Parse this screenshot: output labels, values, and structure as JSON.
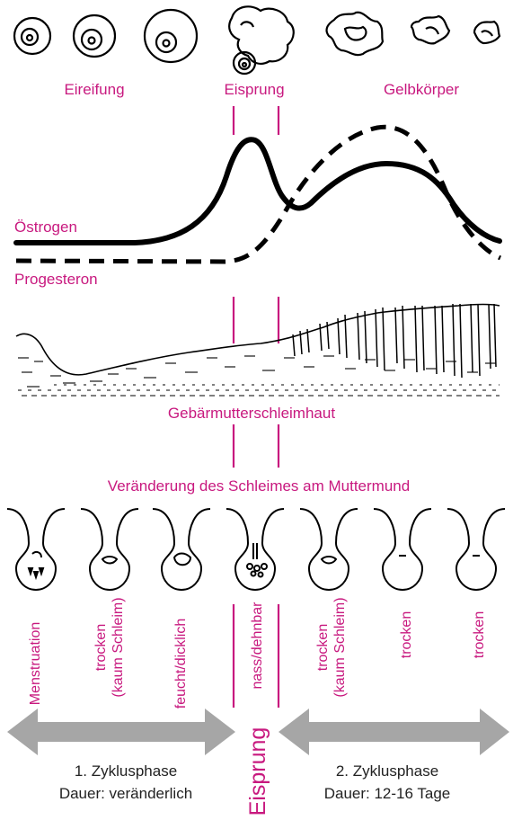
{
  "colors": {
    "accent": "#c8197f",
    "ink": "#000000",
    "arrow": "#a6a6a6",
    "text": "#222222"
  },
  "top": {
    "phase_eireifung": "Eireifung",
    "phase_eisprung": "Eisprung",
    "phase_gelbkoerper": "Gelbkörper"
  },
  "hormones": {
    "estrogen_label": "Östrogen",
    "progesterone_label": "Progesteron"
  },
  "endometrium": {
    "label": "Gebärmutterschleimhaut"
  },
  "cervix": {
    "title": "Veränderung des Schleimes am Muttermund",
    "stages": [
      {
        "line1": "Menstruation",
        "line2": ""
      },
      {
        "line1": "trocken",
        "line2": "(kaum Schleim)"
      },
      {
        "line1": "feucht/dicklich",
        "line2": ""
      },
      {
        "line1": "nass/dehnbar",
        "line2": ""
      },
      {
        "line1": "trocken",
        "line2": "(kaum Schleim)"
      },
      {
        "line1": "trocken",
        "line2": ""
      },
      {
        "line1": "trocken",
        "line2": ""
      }
    ]
  },
  "phases": {
    "phase1_title": "1. Zyklusphase",
    "phase1_duration": "Dauer: veränderlich",
    "ovulation_vertical": "Eisprung",
    "phase2_title": "2. Zyklusphase",
    "phase2_duration": "Dauer: 12-16 Tage"
  }
}
